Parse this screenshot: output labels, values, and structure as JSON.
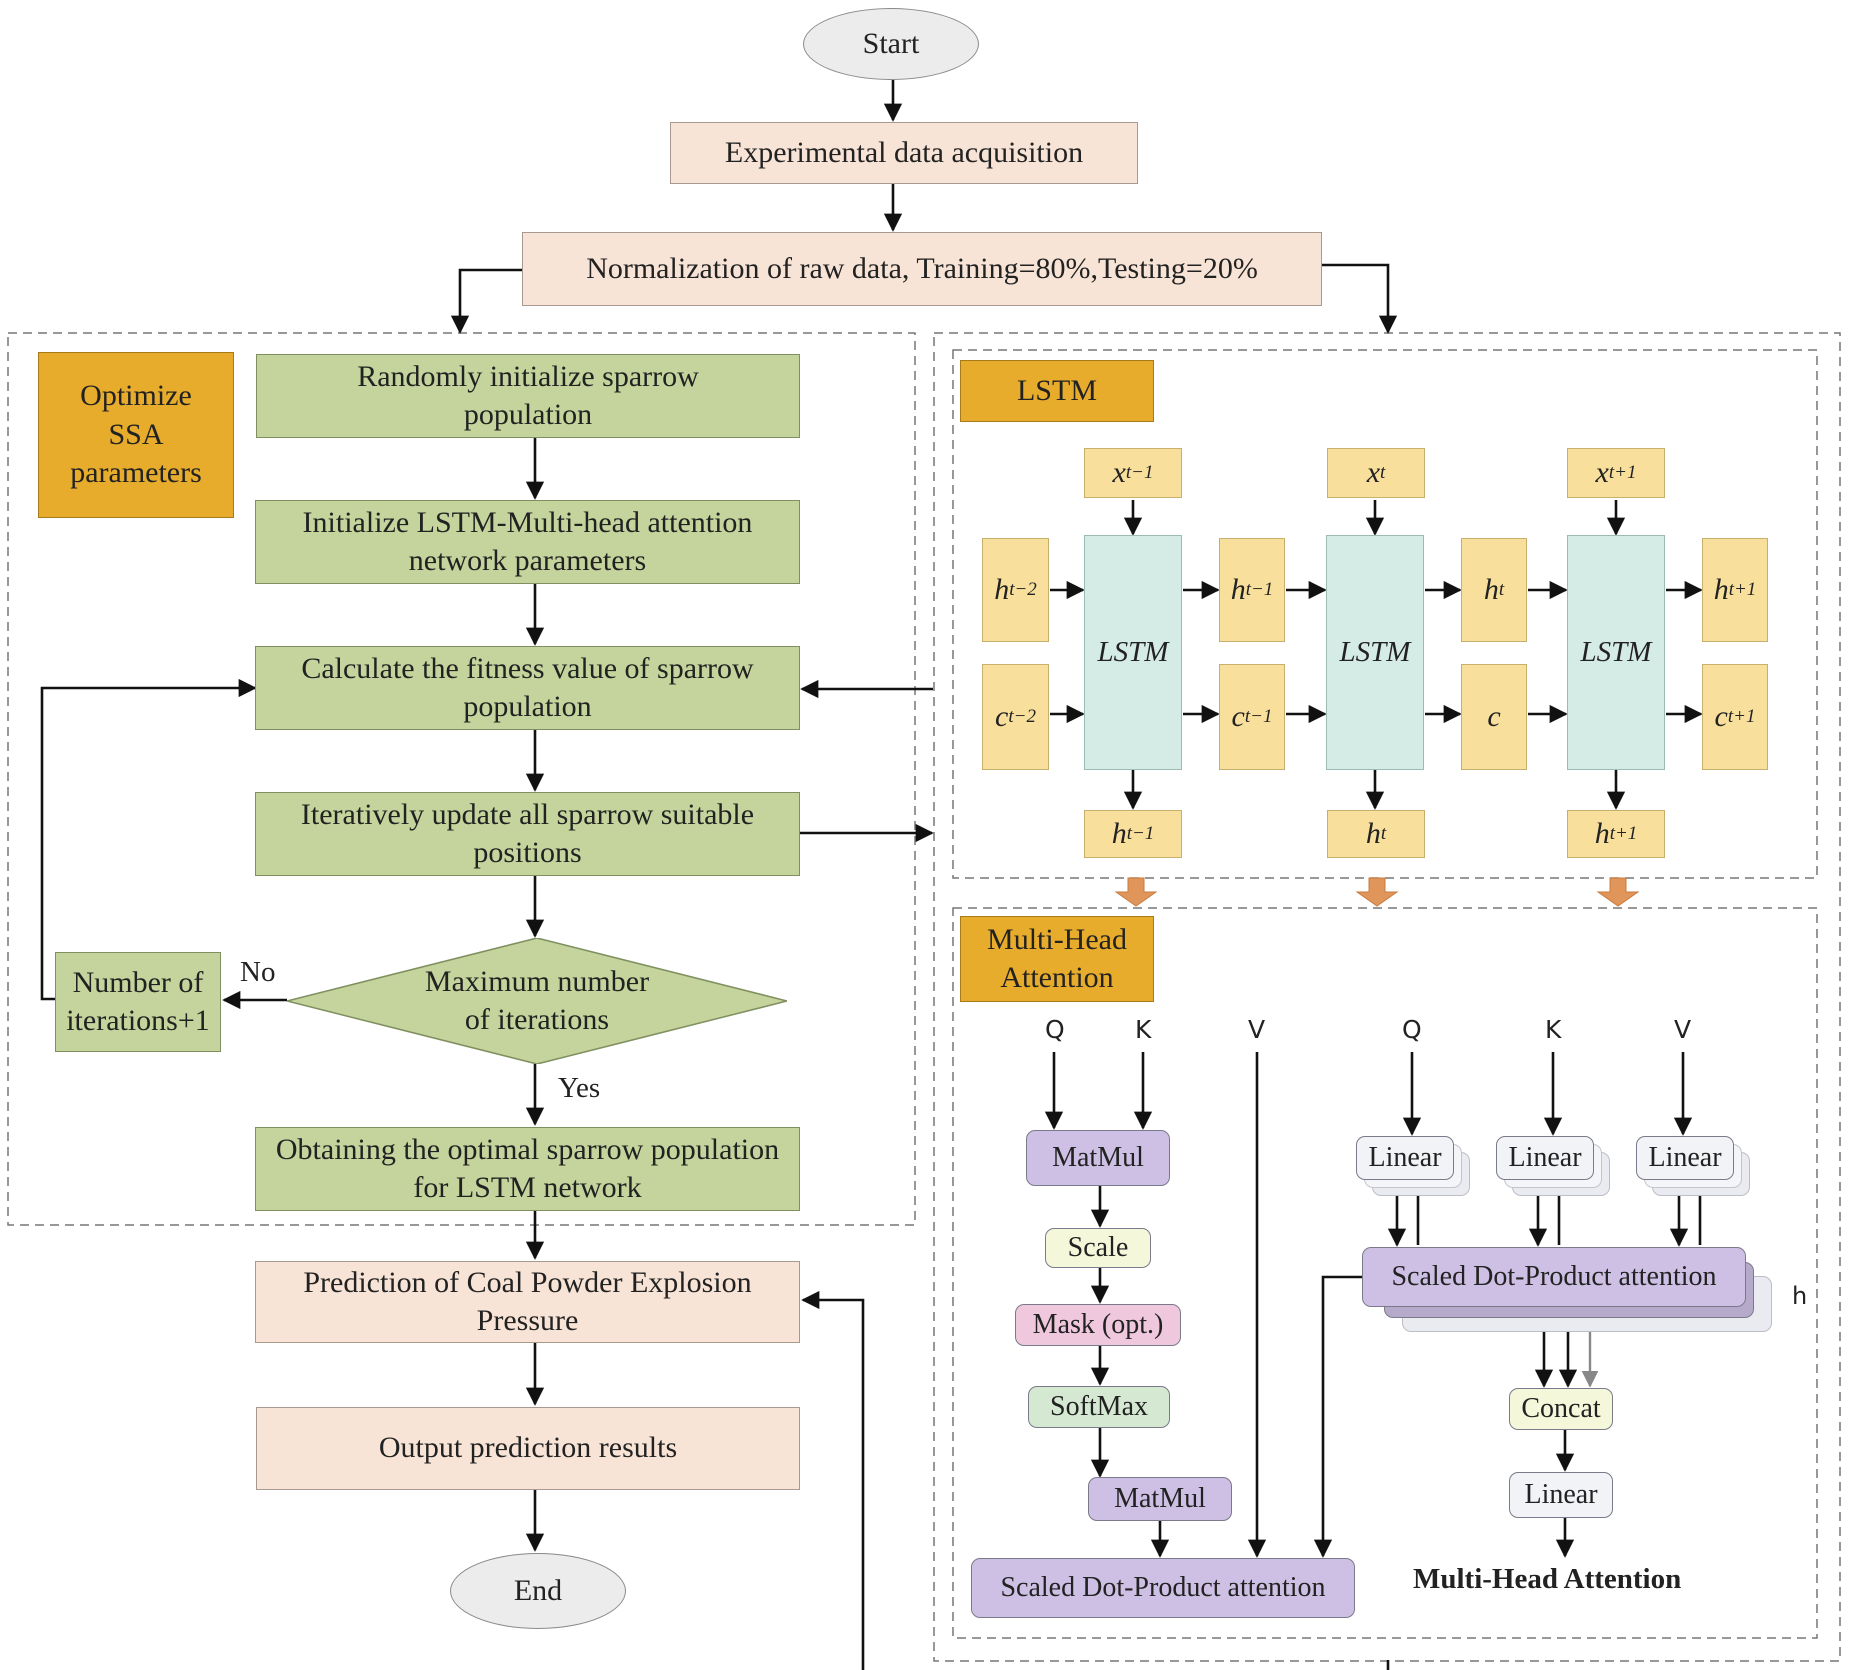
{
  "flowchart": {
    "start": "Start",
    "acquisition": "Experimental data acquisition",
    "normalization": "Normalization of raw data, Training=80%,Testing=20%",
    "ssa_label": "Optimize\nSSA\nparameters",
    "step_init_population": "Randomly initialize sparrow\npopulation",
    "step_init_network": "Initialize LSTM-Multi-head attention\nnetwork parameters",
    "step_fitness": "Calculate the fitness value of sparrow\npopulation",
    "step_update": "Iteratively update all sparrow suitable\npositions",
    "decision": "Maximum number\nof iterations",
    "iter_box": "Number of\niterations+1",
    "no": "No",
    "yes": "Yes",
    "step_optimal": "Obtaining the optimal sparrow population\nfor LSTM network",
    "prediction": "Prediction of Coal Powder Explosion\nPressure",
    "output": "Output prediction results",
    "end": "End"
  },
  "lstm": {
    "title": "LSTM",
    "cell_label": "LSTM",
    "inputs": [
      {
        "sym": "x",
        "sub": "t−1"
      },
      {
        "sym": "x",
        "sub": "t"
      },
      {
        "sym": "x",
        "sub": "t+1"
      }
    ],
    "hidden_states": [
      {
        "sym": "h",
        "sub": "t−2"
      },
      {
        "sym": "h",
        "sub": "t−1"
      },
      {
        "sym": "h",
        "sub": "t"
      },
      {
        "sym": "h",
        "sub": "t+1"
      }
    ],
    "cell_states": [
      {
        "sym": "c",
        "sub": "t−2"
      },
      {
        "sym": "c",
        "sub": "t−1"
      },
      {
        "sym": "c",
        "sub": ""
      },
      {
        "sym": "c",
        "sub": "t+1"
      }
    ],
    "outputs": [
      {
        "sym": "h",
        "sub": "t−1"
      },
      {
        "sym": "h",
        "sub": "t"
      },
      {
        "sym": "h",
        "sub": "t+1"
      }
    ]
  },
  "attention": {
    "title": "Multi-Head\nAttention",
    "sdpa": {
      "q": "Q",
      "k": "K",
      "v": "V",
      "matmul_top": "MatMul",
      "scale": "Scale",
      "mask": "Mask (opt.)",
      "softmax": "SoftMax",
      "matmul_bottom": "MatMul",
      "result": "Scaled Dot-Product attention"
    },
    "mha": {
      "q": "Q",
      "k": "K",
      "v": "V",
      "linear": "Linear",
      "attention": "Scaled Dot-Product attention",
      "h": "h",
      "concat": "Concat",
      "linear_out": "Linear",
      "caption": "Multi-Head Attention"
    }
  },
  "colors": {
    "peach": "#f7e4d6",
    "green": "#c4d49c",
    "gold": "#e8ac2c",
    "cell_yellow": "#f8df9c",
    "cell_teal": "#d5ebe6",
    "purple": "#cdc0e4",
    "orange_arrow": "#e0965a"
  }
}
